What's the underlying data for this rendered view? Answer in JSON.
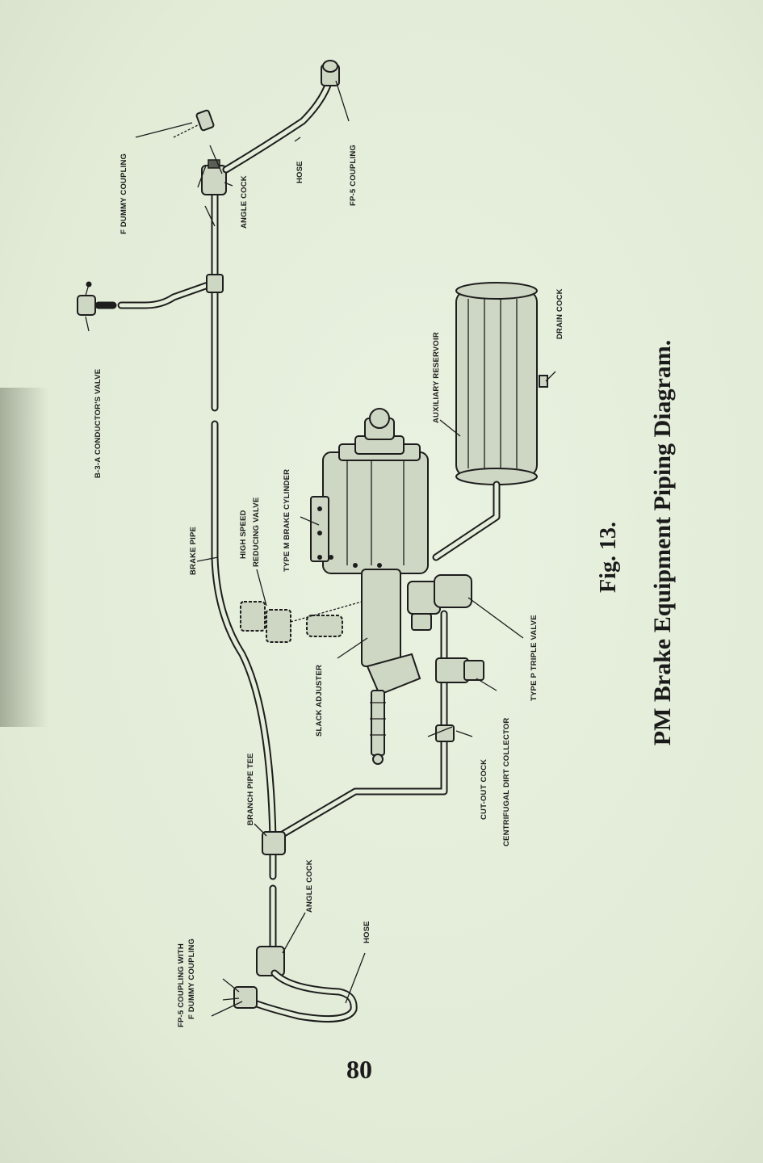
{
  "diagram": {
    "labels": {
      "f_dummy_coupling": "F DUMMY COUPLING",
      "angle_cock_top": "ANGLE COCK",
      "hose_top": "HOSE",
      "fp5_coupling": "FP-5 COUPLING",
      "conductors_valve": "B-3-A CONDUCTOR'S VALVE",
      "brake_pipe": "BRAKE PIPE",
      "high_speed_1": "HIGH SPEED",
      "high_speed_2": "REDUCING VALVE",
      "brake_cylinder": "TYPE M BRAKE CYLINDER",
      "auxiliary_reservoir": "AUXILIARY RESERVOIR",
      "drain_cock": "DRAIN COCK",
      "slack_adjuster": "SLACK ADJUSTER",
      "triple_valve": "TYPE P TRIPLE VALVE",
      "dirt_collector": "CENTRIFUGAL DIRT COLLECTOR",
      "cut_out_cock": "CUT-OUT COCK",
      "branch_pipe_tee": "BRANCH PIPE TEE",
      "angle_cock_bottom": "ANGLE COCK",
      "hose_bottom": "HOSE",
      "fp5_with_1": "FP-5 COUPLING WITH",
      "fp5_with_2": "F DUMMY COUPLING"
    },
    "caption": {
      "figure": "Fig. 13.",
      "title": "PM Brake Equipment Piping Diagram."
    }
  },
  "page_number": "80"
}
